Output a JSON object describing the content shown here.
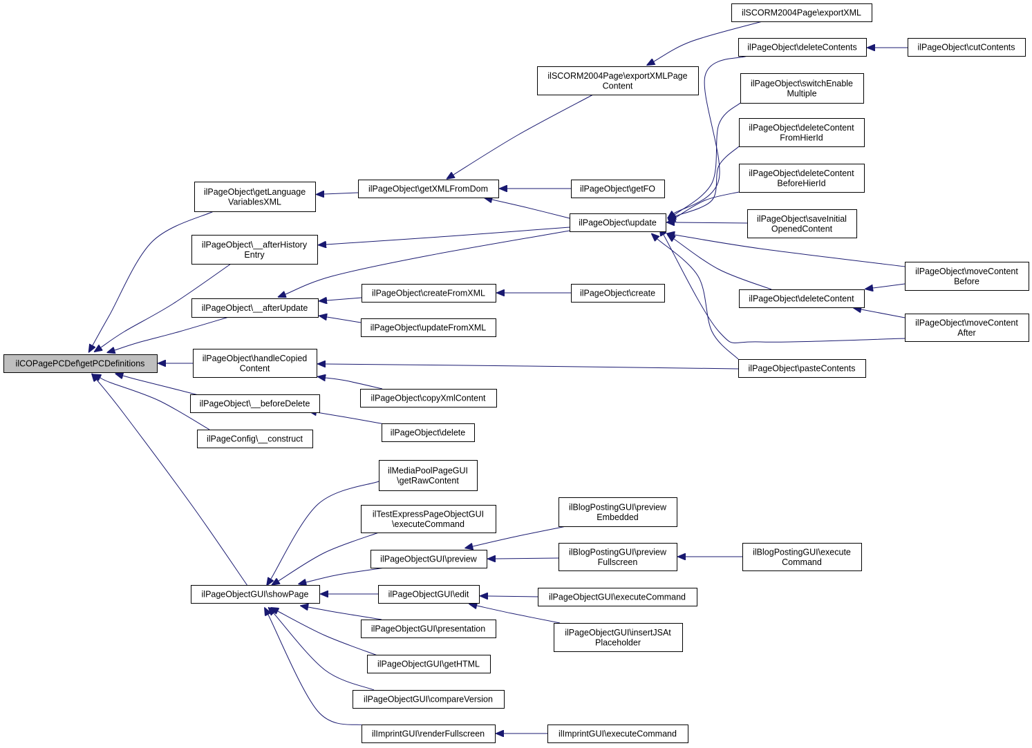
{
  "graph": {
    "root": "ilCOPagePCDef\\getPCDefinitions",
    "nodes": [
      {
        "id": "root",
        "lines": [
          "ilCOPagePCDef\\getPCDefinitions"
        ],
        "root": true
      },
      {
        "id": "lang",
        "lines": [
          "ilPageObject\\getLanguage",
          "VariablesXML"
        ]
      },
      {
        "id": "ahist",
        "lines": [
          "ilPageObject\\__afterHistory",
          "Entry"
        ]
      },
      {
        "id": "aupd",
        "lines": [
          "ilPageObject\\__afterUpdate"
        ]
      },
      {
        "id": "hcopy",
        "lines": [
          "ilPageObject\\handleCopied",
          "Content"
        ]
      },
      {
        "id": "bdel",
        "lines": [
          "ilPageObject\\__beforeDelete"
        ]
      },
      {
        "id": "pconf",
        "lines": [
          "ilPageConfig\\__construct"
        ]
      },
      {
        "id": "show",
        "lines": [
          "ilPageObjectGUI\\showPage"
        ]
      },
      {
        "id": "getxml",
        "lines": [
          "ilPageObject\\getXMLFromDom"
        ]
      },
      {
        "id": "cfx",
        "lines": [
          "ilPageObject\\createFromXML"
        ]
      },
      {
        "id": "ufx",
        "lines": [
          "ilPageObject\\updateFromXML"
        ]
      },
      {
        "id": "cpxml",
        "lines": [
          "ilPageObject\\copyXmlContent"
        ]
      },
      {
        "id": "del",
        "lines": [
          "ilPageObject\\delete"
        ]
      },
      {
        "id": "mprc",
        "lines": [
          "ilMediaPoolPageGUI",
          "\\getRawContent"
        ]
      },
      {
        "id": "tepo",
        "lines": [
          "ilTestExpressPageObjectGUI",
          "\\executeCommand"
        ]
      },
      {
        "id": "prev",
        "lines": [
          "ilPageObjectGUI\\preview"
        ]
      },
      {
        "id": "edit",
        "lines": [
          "ilPageObjectGUI\\edit"
        ]
      },
      {
        "id": "pres",
        "lines": [
          "ilPageObjectGUI\\presentation"
        ]
      },
      {
        "id": "gethtml",
        "lines": [
          "ilPageObjectGUI\\getHTML"
        ]
      },
      {
        "id": "cmpv",
        "lines": [
          "ilPageObjectGUI\\compareVersion"
        ]
      },
      {
        "id": "imprfs",
        "lines": [
          "ilImprintGUI\\renderFullscreen"
        ]
      },
      {
        "id": "exppc",
        "lines": [
          "ilSCORM2004Page\\exportXMLPage",
          "Content"
        ]
      },
      {
        "id": "getfo",
        "lines": [
          "ilPageObject\\getFO"
        ]
      },
      {
        "id": "update",
        "lines": [
          "ilPageObject\\update"
        ]
      },
      {
        "id": "create",
        "lines": [
          "ilPageObject\\create"
        ]
      },
      {
        "id": "bpemb",
        "lines": [
          "ilBlogPostingGUI\\preview",
          "Embedded"
        ]
      },
      {
        "id": "bpfs",
        "lines": [
          "ilBlogPostingGUI\\preview",
          "Fullscreen"
        ]
      },
      {
        "id": "poexec",
        "lines": [
          "ilPageObjectGUI\\executeCommand"
        ]
      },
      {
        "id": "insjs",
        "lines": [
          "ilPageObjectGUI\\insertJSAt",
          "Placeholder"
        ]
      },
      {
        "id": "imprex",
        "lines": [
          "ilImprintGUI\\executeCommand"
        ]
      },
      {
        "id": "expxml",
        "lines": [
          "ilSCORM2004Page\\exportXML"
        ]
      },
      {
        "id": "delcs",
        "lines": [
          "ilPageObject\\deleteContents"
        ]
      },
      {
        "id": "swen",
        "lines": [
          "ilPageObject\\switchEnable",
          "Multiple"
        ]
      },
      {
        "id": "dcfh",
        "lines": [
          "ilPageObject\\deleteContent",
          "FromHierId"
        ]
      },
      {
        "id": "dcbh",
        "lines": [
          "ilPageObject\\deleteContent",
          "BeforeHierId"
        ]
      },
      {
        "id": "sioc",
        "lines": [
          "ilPageObject\\saveInitial",
          "OpenedContent"
        ]
      },
      {
        "id": "delc",
        "lines": [
          "ilPageObject\\deleteContent"
        ]
      },
      {
        "id": "paste",
        "lines": [
          "ilPageObject\\pasteContents"
        ]
      },
      {
        "id": "bpexec",
        "lines": [
          "ilBlogPostingGUI\\execute",
          "Command"
        ]
      },
      {
        "id": "cut",
        "lines": [
          "ilPageObject\\cutContents"
        ]
      },
      {
        "id": "mcb",
        "lines": [
          "ilPageObject\\moveContent",
          "Before"
        ]
      },
      {
        "id": "mca",
        "lines": [
          "ilPageObject\\moveContent",
          "After"
        ]
      }
    ],
    "edges": [
      {
        "from": "lang",
        "to": "root"
      },
      {
        "from": "ahist",
        "to": "root"
      },
      {
        "from": "aupd",
        "to": "root"
      },
      {
        "from": "hcopy",
        "to": "root"
      },
      {
        "from": "bdel",
        "to": "root"
      },
      {
        "from": "pconf",
        "to": "root"
      },
      {
        "from": "show",
        "to": "root"
      },
      {
        "from": "getxml",
        "to": "lang"
      },
      {
        "from": "update",
        "to": "ahist"
      },
      {
        "from": "update",
        "to": "aupd"
      },
      {
        "from": "cfx",
        "to": "aupd"
      },
      {
        "from": "ufx",
        "to": "aupd"
      },
      {
        "from": "paste",
        "to": "hcopy"
      },
      {
        "from": "cpxml",
        "to": "hcopy"
      },
      {
        "from": "del",
        "to": "bdel"
      },
      {
        "from": "mprc",
        "to": "show"
      },
      {
        "from": "tepo",
        "to": "show"
      },
      {
        "from": "prev",
        "to": "show"
      },
      {
        "from": "edit",
        "to": "show"
      },
      {
        "from": "pres",
        "to": "show"
      },
      {
        "from": "gethtml",
        "to": "show"
      },
      {
        "from": "cmpv",
        "to": "show"
      },
      {
        "from": "imprfs",
        "to": "show"
      },
      {
        "from": "exppc",
        "to": "getxml"
      },
      {
        "from": "getfo",
        "to": "getxml"
      },
      {
        "from": "update",
        "to": "getxml"
      },
      {
        "from": "create",
        "to": "cfx"
      },
      {
        "from": "bpemb",
        "to": "prev"
      },
      {
        "from": "bpfs",
        "to": "prev"
      },
      {
        "from": "poexec",
        "to": "edit"
      },
      {
        "from": "insjs",
        "to": "edit"
      },
      {
        "from": "imprex",
        "to": "imprfs"
      },
      {
        "from": "expxml",
        "to": "exppc"
      },
      {
        "from": "delcs",
        "to": "update"
      },
      {
        "from": "swen",
        "to": "update"
      },
      {
        "from": "dcfh",
        "to": "update"
      },
      {
        "from": "dcbh",
        "to": "update"
      },
      {
        "from": "sioc",
        "to": "update"
      },
      {
        "from": "mcb",
        "to": "update"
      },
      {
        "from": "delc",
        "to": "update"
      },
      {
        "from": "mca",
        "to": "update"
      },
      {
        "from": "paste",
        "to": "update"
      },
      {
        "from": "bpexec",
        "to": "bpfs"
      },
      {
        "from": "cut",
        "to": "delcs"
      },
      {
        "from": "mcb",
        "to": "delc"
      },
      {
        "from": "mca",
        "to": "delc"
      }
    ]
  }
}
